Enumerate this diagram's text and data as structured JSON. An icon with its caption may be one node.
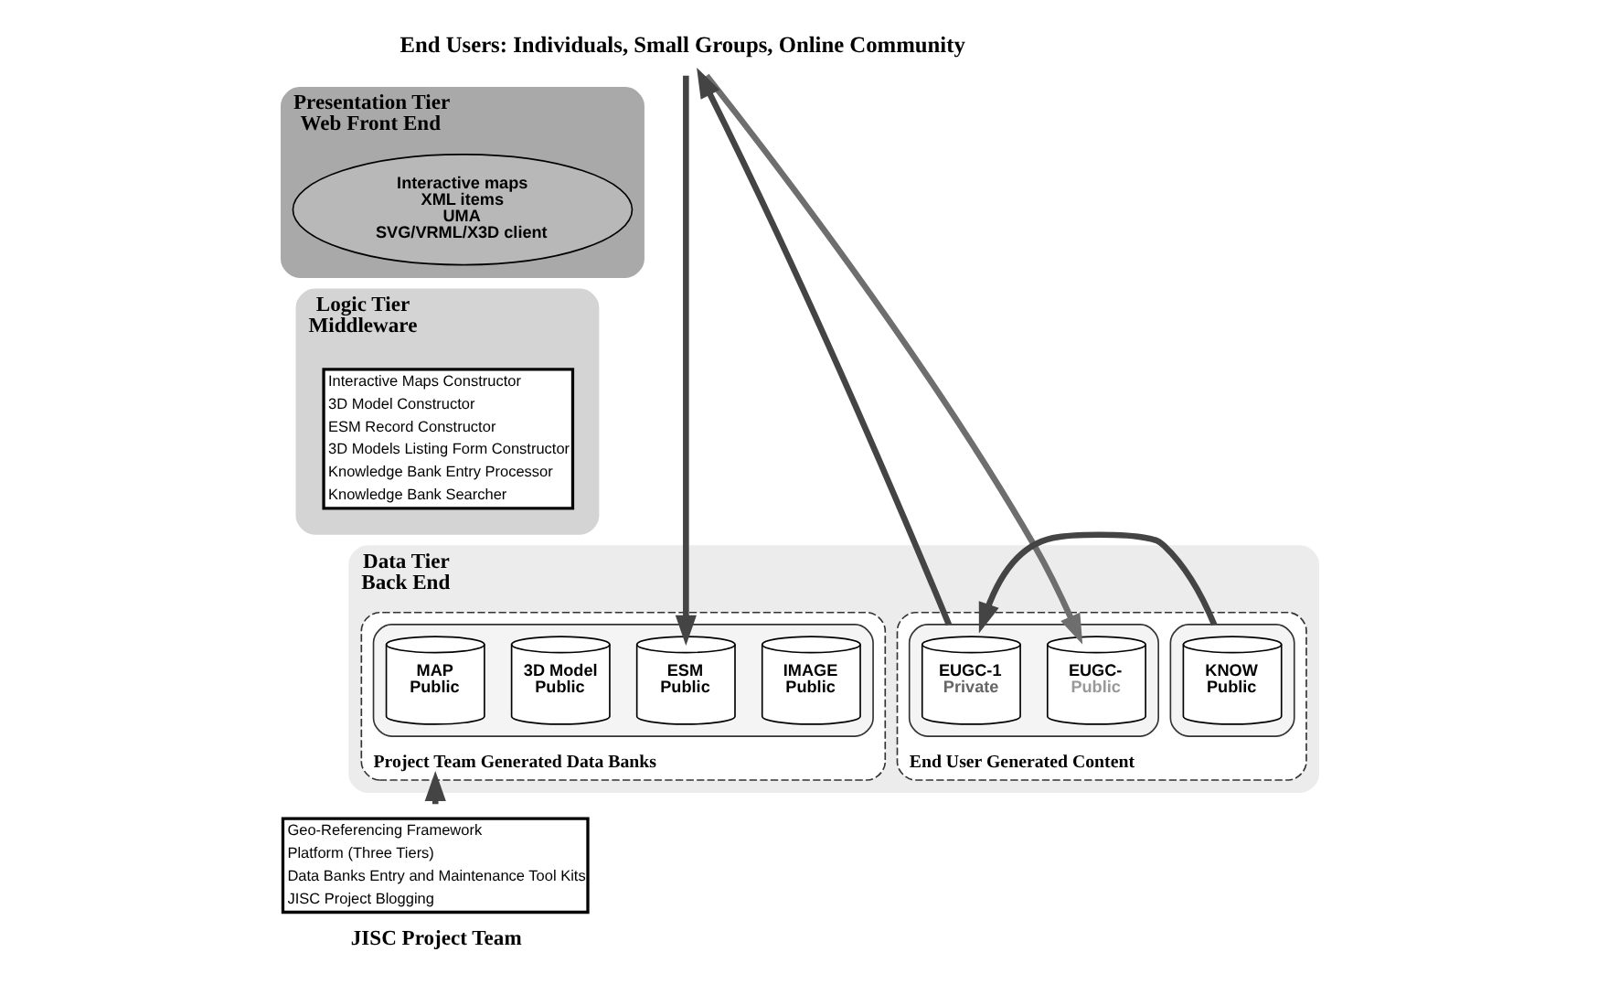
{
  "diagram": {
    "nodes": [
      {
        "text": [
          "End Users: Individuals, Small Groups, Online Community"
        ]
      },
      {
        "text": [
          "Presentation Tier",
          "Web Front End"
        ]
      },
      {
        "text": [
          "Interactive maps",
          "XML items",
          "UMA",
          "SVG/VRML/X3D client"
        ],
        "in": 1
      },
      {
        "text": [
          "Logic Tier",
          "Middleware"
        ]
      },
      {
        "text": [
          "Interactive Maps Constructor",
          "3D Model Constructor",
          "ESM Record Constructor",
          "3D Models Listing Form Constructor",
          "Knowledge Bank Entry Processor",
          "Knowledge Bank Searcher"
        ],
        "in": 3
      },
      {
        "text": [
          "Data Tier",
          "Back End"
        ]
      },
      {
        "text": [
          "Project Team Generated Data Banks"
        ],
        "in": 5
      },
      {
        "text": [],
        "shape": "box",
        "in": 6
      },
      {
        "text": [
          "MAP",
          "Public"
        ],
        "in": 7
      },
      {
        "text": [
          "3D Model",
          "Public"
        ],
        "in": 7
      },
      {
        "text": [
          "ESM",
          "Public"
        ],
        "in": 7
      },
      {
        "text": [
          "IMAGE",
          "Public"
        ],
        "in": 7
      },
      {
        "text": [
          "End User Generated Content"
        ],
        "in": 5
      },
      {
        "text": [],
        "shape": "box",
        "in": 12
      },
      {
        "text": [
          "KNOW",
          "Public"
        ],
        "in": 13
      },
      {
        "text": [],
        "shape": "box",
        "in": 12
      },
      {
        "text": [
          "EUGC-1",
          "Private"
        ],
        "in": 15
      },
      {
        "text": [
          "EUGC-",
          "Public"
        ],
        "in": 15
      },
      {
        "text": [
          "Geo-Referencing Framework",
          "Platform (Three Tiers)",
          "Data Banks Entry and Maintenance Tool Kits",
          "JISC Project Blogging"
        ],
        "beside": [
          "JISC Project Team"
        ]
      }
    ],
    "edges": [
      {
        "from": 0,
        "to": 10,
        "arrow": "to"
      },
      {
        "from": 15,
        "to": 0,
        "arrow": "to"
      },
      {
        "from": 0,
        "to": 17,
        "arrow": "to",
        "color": "#6e6e6e"
      },
      {
        "from": 13,
        "to": 15,
        "arrow": "to"
      },
      {
        "from": 18,
        "to": 6,
        "arrow": "to"
      }
    ]
  }
}
